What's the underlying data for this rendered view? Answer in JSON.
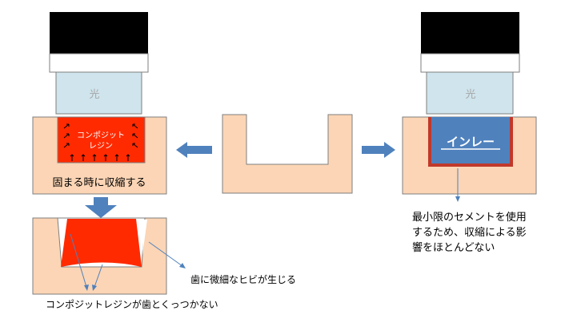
{
  "light_label": "光",
  "composite_label_line1": "コンポジット",
  "composite_label_line2": "レジン",
  "shrink_caption": "固まる時に収縮する",
  "inlay_label": "インレー",
  "inlay_note_line1": "最小限のセメントを使用",
  "inlay_note_line2": "するため、収縮による影",
  "inlay_note_line3": "響をほとんどない",
  "crack_note": "歯に微細なヒビが生じる",
  "gap_note": "コンポジットレジンが歯とくっつかない",
  "colors": {
    "tooth": "#fbd5b5",
    "lamp_head": "#000000",
    "lamp_light": "#cfe4ec",
    "resin": "#ff2a00",
    "inlay": "#4f81bd",
    "arrow": "#4f81bd",
    "cement": "#c0392b"
  }
}
